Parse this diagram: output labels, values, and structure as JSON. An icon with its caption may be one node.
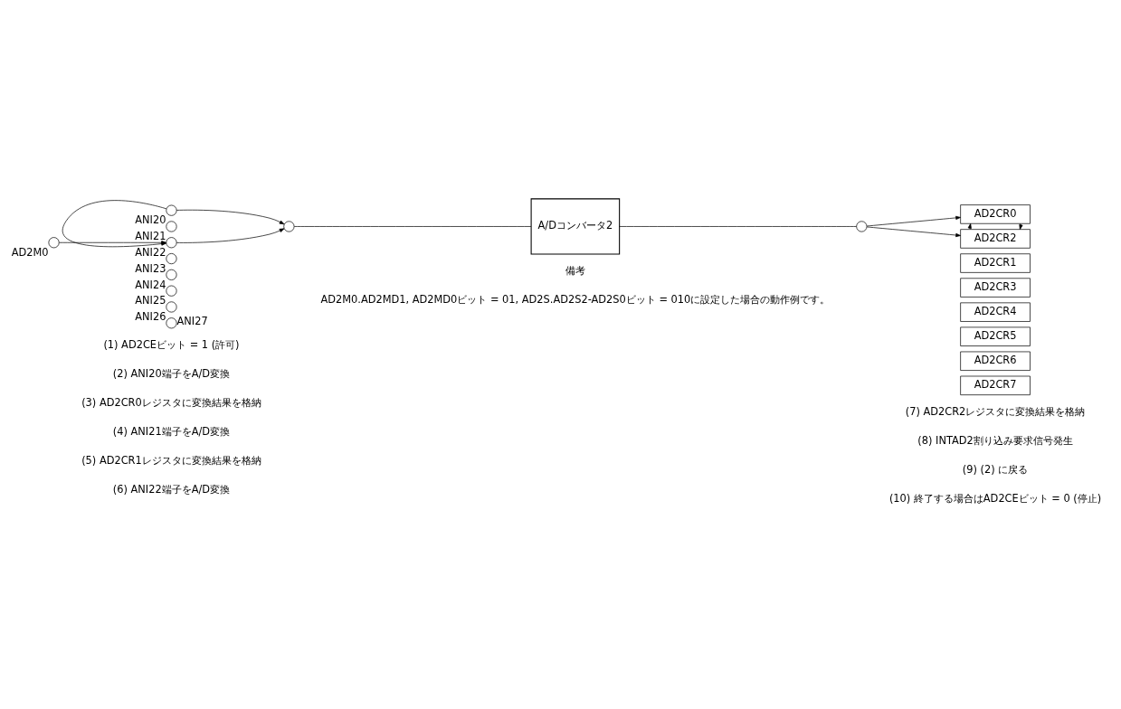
{
  "diagram": {
    "nodes": [
      {
        "text": [],
        "shape": "circle",
        "beside": [
          "AD2M0"
        ]
      },
      {
        "text": [],
        "shape": "circle",
        "beside": [
          "ANI20"
        ]
      },
      {
        "text": [],
        "shape": "circle",
        "beside": [
          "ANI21"
        ]
      },
      {
        "text": [],
        "shape": "circle",
        "beside": [
          "ANI22"
        ]
      },
      {
        "text": [],
        "shape": "circle",
        "beside": [
          "ANI23"
        ]
      },
      {
        "text": [],
        "shape": "circle",
        "beside": [
          "ANI24"
        ]
      },
      {
        "text": [],
        "shape": "circle",
        "beside": [
          "ANI25"
        ]
      },
      {
        "text": [],
        "shape": "circle",
        "beside": [
          "ANI26"
        ]
      },
      {
        "text": [],
        "shape": "circle",
        "beside": [
          "ANI27"
        ]
      },
      {
        "text": [],
        "shape": "circle"
      },
      {
        "text": [
          "A/Dコンバータ2"
        ]
      },
      {
        "text": [],
        "shape": "circle"
      },
      {
        "text": [
          "AD2CR0"
        ]
      },
      {
        "text": [
          "AD2CR1"
        ]
      },
      {
        "text": [
          "AD2CR2"
        ]
      },
      {
        "text": [
          "AD2CR3"
        ]
      },
      {
        "text": [
          "AD2CR4"
        ]
      },
      {
        "text": [
          "AD2CR5"
        ]
      },
      {
        "text": [
          "AD2CR6"
        ]
      },
      {
        "text": [
          "AD2CR7"
        ]
      }
    ],
    "edges": [
      {
        "from": 0,
        "to": 3,
        "arrow": "to"
      },
      {
        "from": 1,
        "to": 3,
        "arrow": "to"
      },
      {
        "from": 1,
        "to": 9,
        "arrow": "to"
      },
      {
        "from": 3,
        "to": 9,
        "arrow": "to"
      },
      {
        "from": 9,
        "to": 10,
        "arrow": "none"
      },
      {
        "from": 10,
        "to": 11,
        "arrow": "none"
      },
      {
        "from": 11,
        "to": 12,
        "arrow": "to"
      },
      {
        "from": 11,
        "to": 14,
        "arrow": "to"
      },
      {
        "from": 12,
        "to": 14,
        "arrow": "to"
      },
      {
        "from": 14,
        "to": 12,
        "arrow": "to"
      }
    ],
    "labels": [
      "(1) AD2CEビット = 1 (許可)",
      "(7) AD2CR2レジスタに変換結果を格納",
      "(2) ANI20端子をA/D変換",
      "(8) INTAD2割り込み要求信号発生",
      "(3) AD2CR0レジスタに変換結果を格納",
      "(9) (2) に戻る",
      "(4) ANI21端子をA/D変換",
      "(10) 終了する場合はAD2CEビット = 0 (停止)",
      "(5) AD2CR1レジスタに変換結果を格納",
      "(6) ANI22端子をA/D変換",
      "備考",
      "AD2M0.AD2MD1, AD2MD0ビット = 01, AD2S.AD2S2-AD2S0ビット = 010に設定した場合の動作例です。"
    ]
  }
}
